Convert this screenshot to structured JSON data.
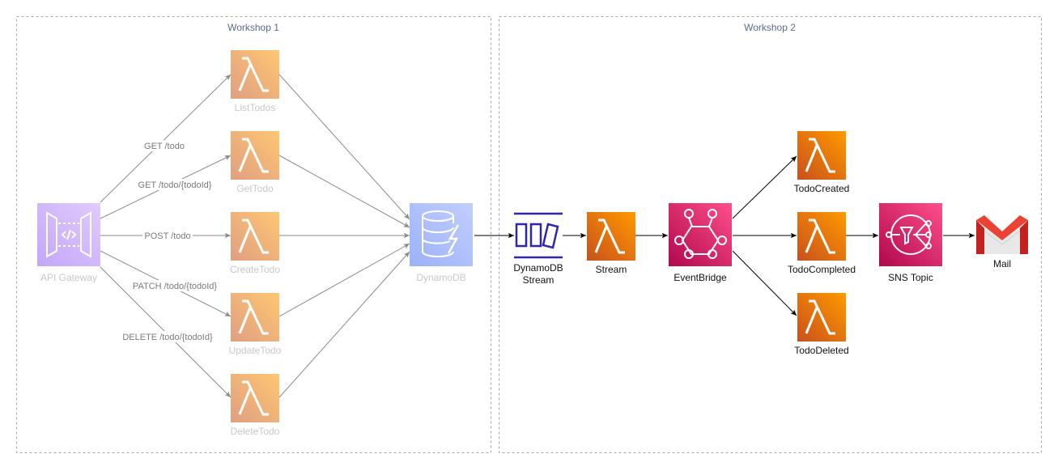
{
  "groups": {
    "workshop1": {
      "title": "Workshop 1"
    },
    "workshop2": {
      "title": "Workshop 2"
    }
  },
  "nodes": {
    "api_gateway": {
      "label": "API Gateway",
      "icon": "api-gateway-icon",
      "color": "#a166ff"
    },
    "list_todos": {
      "label": "ListTodos",
      "icon": "lambda-icon",
      "color": "#ed7100"
    },
    "get_todo": {
      "label": "GetTodo",
      "icon": "lambda-icon",
      "color": "#ed7100"
    },
    "create_todo": {
      "label": "CreateTodo",
      "icon": "lambda-icon",
      "color": "#ed7100"
    },
    "update_todo": {
      "label": "UpdateTodo",
      "icon": "lambda-icon",
      "color": "#ed7100"
    },
    "delete_todo": {
      "label": "DeleteTodo",
      "icon": "lambda-icon",
      "color": "#ed7100"
    },
    "dynamodb": {
      "label": "DynamoDB",
      "icon": "dynamodb-icon",
      "color": "#4d72f3"
    },
    "dynamodb_stream": {
      "label_line1": "DynamoDB",
      "label_line2": "Stream",
      "icon": "dynamodb-stream-icon",
      "color": "#2e27ad"
    },
    "stream": {
      "label": "Stream",
      "icon": "lambda-icon",
      "color": "#ed7100"
    },
    "eventbridge": {
      "label": "EventBridge",
      "icon": "eventbridge-icon",
      "color": "#e7157b"
    },
    "todo_created": {
      "label": "TodoCreated",
      "icon": "lambda-icon",
      "color": "#ed7100"
    },
    "todo_completed": {
      "label": "TodoCompleted",
      "icon": "lambda-icon",
      "color": "#ed7100"
    },
    "todo_deleted": {
      "label": "TodoDeleted",
      "icon": "lambda-icon",
      "color": "#ed7100"
    },
    "sns_topic": {
      "label": "SNS Topic",
      "icon": "sns-icon",
      "color": "#e7157b"
    },
    "mail": {
      "label": "Mail",
      "icon": "gmail-icon",
      "color": "#d93025"
    }
  },
  "edges": {
    "get_todo_list": "GET /todo",
    "get_todo_by_id": "GET /todo/{todoId}",
    "post_todo": "POST /todo",
    "patch_todo": "PATCH /todo/{todoId}",
    "delete_todo": "DELETE /todo/{todoId}"
  }
}
